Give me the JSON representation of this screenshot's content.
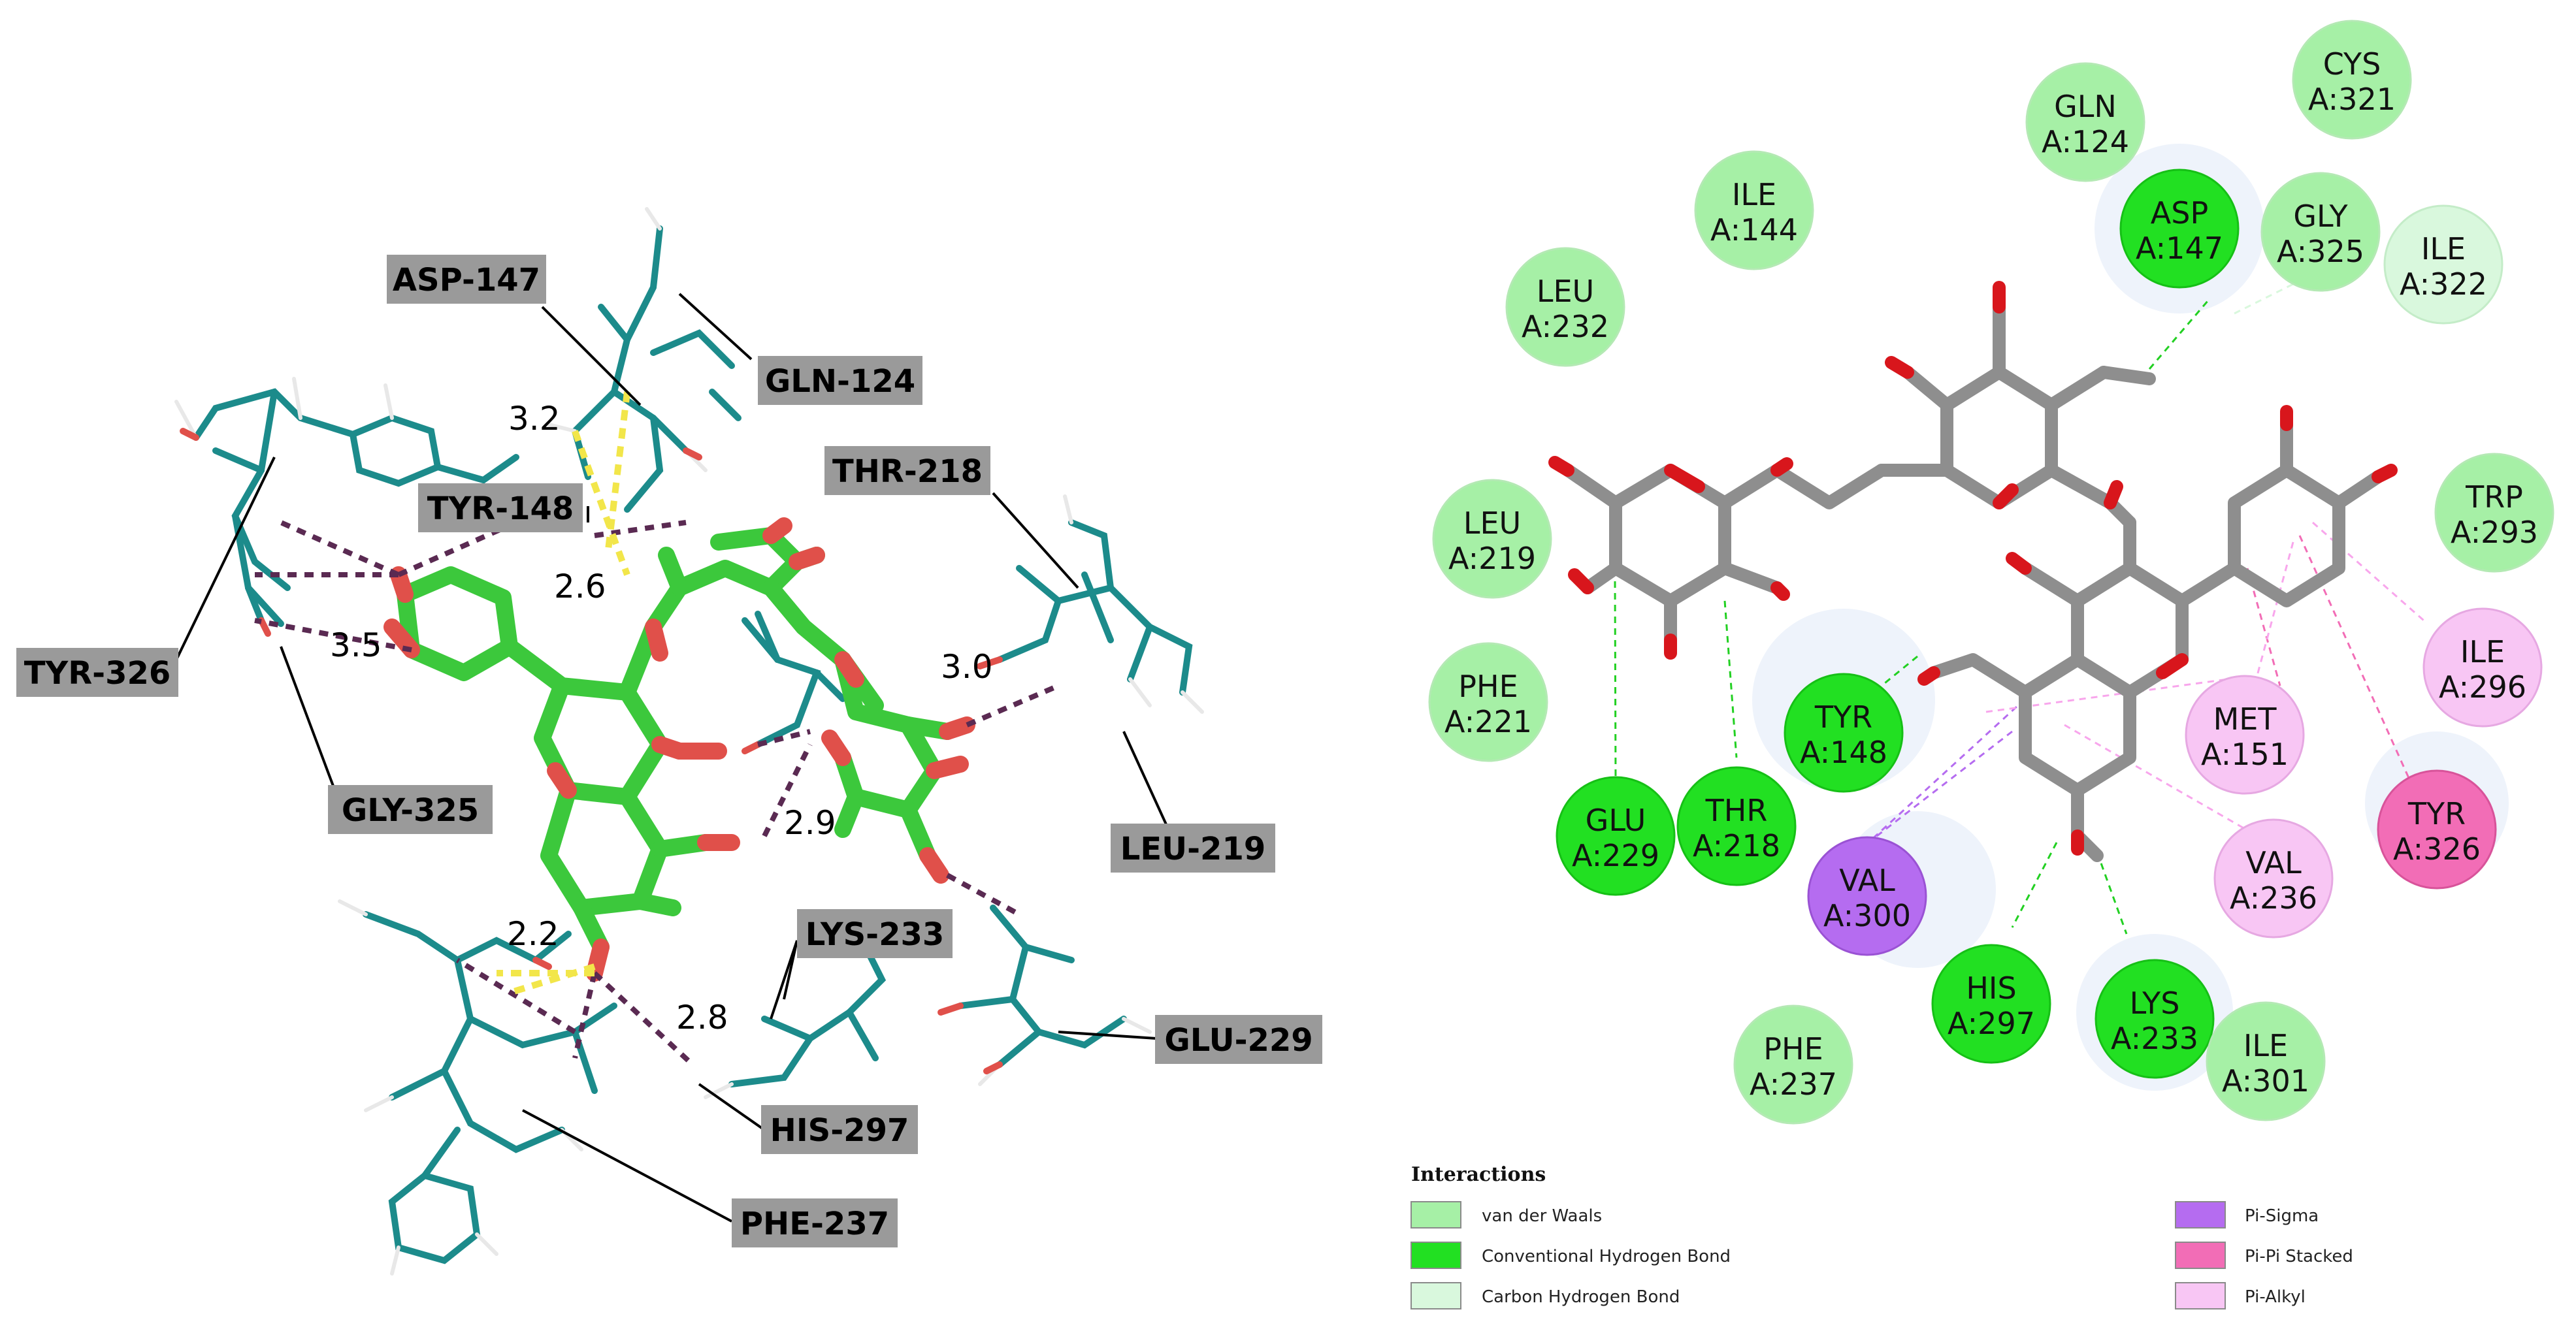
{
  "colors": {
    "van_der_waals": "#a6f0a6",
    "conventional_hbond": "#22e022",
    "carbon_hbond": "#d9f8dd",
    "pi_sigma": "#b56cf0",
    "pi_pi_stacked": "#f26db6",
    "pi_alkyl": "#f8c6f4",
    "ligand_carbon_3d": "#3cc83c",
    "ligand_oxygen": "#e0504a",
    "protein_stick": "#1c8b8b",
    "label_box": "#9a9a9a"
  },
  "panel_3d": {
    "residue_labels": [
      {
        "id": "asp147",
        "text": "ASP-147"
      },
      {
        "id": "gln124",
        "text": "GLN-124"
      },
      {
        "id": "tyr148",
        "text": "TYR-148"
      },
      {
        "id": "thr218",
        "text": "THR-218"
      },
      {
        "id": "tyr326",
        "text": "TYR-326"
      },
      {
        "id": "gly325",
        "text": "GLY-325"
      },
      {
        "id": "leu219",
        "text": "LEU-219"
      },
      {
        "id": "lys233",
        "text": "LYS-233"
      },
      {
        "id": "glu229",
        "text": "GLU-229"
      },
      {
        "id": "his297",
        "text": "HIS-297"
      },
      {
        "id": "phe237",
        "text": "PHE-237"
      }
    ],
    "distances": [
      {
        "id": "d1",
        "text": "3.2"
      },
      {
        "id": "d2",
        "text": "2.6"
      },
      {
        "id": "d3",
        "text": "3.5"
      },
      {
        "id": "d4",
        "text": "3.0"
      },
      {
        "id": "d5",
        "text": "2.9"
      },
      {
        "id": "d6",
        "text": "2.2"
      },
      {
        "id": "d7",
        "text": "2.8"
      }
    ]
  },
  "panel_2d": {
    "residues": [
      {
        "id": "gln124",
        "name": "GLN",
        "num": "A:124",
        "type": "van_der_waals"
      },
      {
        "id": "cys321",
        "name": "CYS",
        "num": "A:321",
        "type": "van_der_waals"
      },
      {
        "id": "ile144",
        "name": "ILE",
        "num": "A:144",
        "type": "van_der_waals"
      },
      {
        "id": "asp147",
        "name": "ASP",
        "num": "A:147",
        "type": "conventional_hbond"
      },
      {
        "id": "gly325",
        "name": "GLY",
        "num": "A:325",
        "type": "van_der_waals"
      },
      {
        "id": "ile322",
        "name": "ILE",
        "num": "A:322",
        "type": "carbon_hbond"
      },
      {
        "id": "leu232",
        "name": "LEU",
        "num": "A:232",
        "type": "van_der_waals"
      },
      {
        "id": "leu219",
        "name": "LEU",
        "num": "A:219",
        "type": "van_der_waals"
      },
      {
        "id": "trp293",
        "name": "TRP",
        "num": "A:293",
        "type": "van_der_waals"
      },
      {
        "id": "phe221",
        "name": "PHE",
        "num": "A:221",
        "type": "van_der_waals"
      },
      {
        "id": "tyr148",
        "name": "TYR",
        "num": "A:148",
        "type": "conventional_hbond"
      },
      {
        "id": "met151",
        "name": "MET",
        "num": "A:151",
        "type": "pi_alkyl"
      },
      {
        "id": "ile296",
        "name": "ILE",
        "num": "A:296",
        "type": "pi_alkyl"
      },
      {
        "id": "glu229",
        "name": "GLU",
        "num": "A:229",
        "type": "conventional_hbond"
      },
      {
        "id": "thr218",
        "name": "THR",
        "num": "A:218",
        "type": "conventional_hbond"
      },
      {
        "id": "tyr326",
        "name": "TYR",
        "num": "A:326",
        "type": "pi_pi_stacked"
      },
      {
        "id": "val300",
        "name": "VAL",
        "num": "A:300",
        "type": "pi_sigma"
      },
      {
        "id": "val236",
        "name": "VAL",
        "num": "A:236",
        "type": "pi_alkyl"
      },
      {
        "id": "his297",
        "name": "HIS",
        "num": "A:297",
        "type": "conventional_hbond"
      },
      {
        "id": "lys233",
        "name": "LYS",
        "num": "A:233",
        "type": "conventional_hbond"
      },
      {
        "id": "phe237",
        "name": "PHE",
        "num": "A:237",
        "type": "van_der_waals"
      },
      {
        "id": "ile301",
        "name": "ILE",
        "num": "A:301",
        "type": "van_der_waals"
      }
    ]
  },
  "legend": {
    "title": "Interactions",
    "items": [
      {
        "label": "van der Waals",
        "type": "van_der_waals"
      },
      {
        "label": "Conventional Hydrogen Bond",
        "type": "conventional_hbond"
      },
      {
        "label": "Carbon Hydrogen Bond",
        "type": "carbon_hbond"
      },
      {
        "label": "Pi-Sigma",
        "type": "pi_sigma"
      },
      {
        "label": "Pi-Pi Stacked",
        "type": "pi_pi_stacked"
      },
      {
        "label": "Pi-Alkyl",
        "type": "pi_alkyl"
      }
    ]
  }
}
